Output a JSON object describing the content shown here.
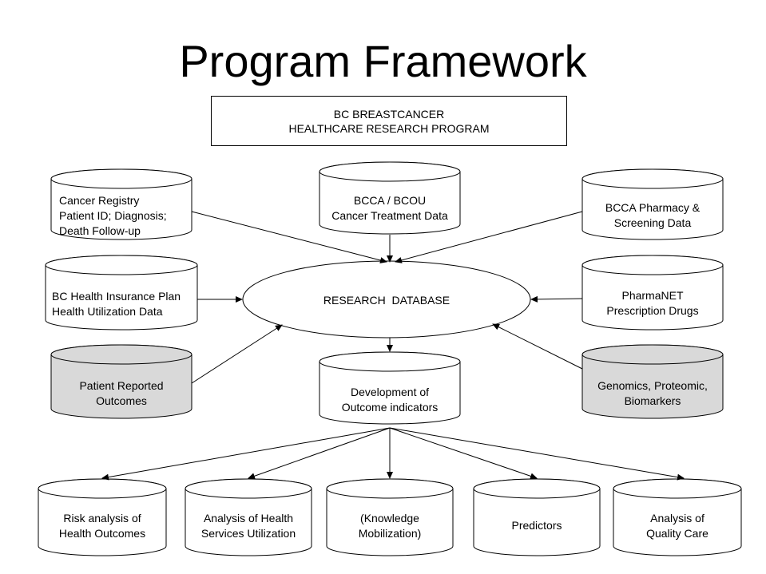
{
  "title": "Program Framework",
  "header": {
    "line1": "BC BREASTCANCER",
    "line2": "HEALTHCARE RESEARCH PROGRAM"
  },
  "colors": {
    "white_fill": "#ffffff",
    "grey_fill": "#d9d9d9",
    "stroke": "#000000"
  },
  "sources": {
    "cancer_registry": [
      "Cancer Registry",
      "Patient ID; Diagnosis;",
      "Death Follow-up"
    ],
    "bcca_bcou": [
      "BCCA / BCOU",
      "Cancer Treatment Data"
    ],
    "bcca_pharmacy": [
      "BCCA Pharmacy &",
      "Screening Data"
    ],
    "bc_health_insurance": [
      "BC Health Insurance Plan",
      "Health Utilization Data"
    ],
    "pharmanet": [
      "PharmaNET",
      "Prescription Drugs"
    ],
    "patient_reported": [
      "Patient Reported",
      "Outcomes"
    ],
    "genomics": [
      "Genomics, Proteomic,",
      "Biomarkers"
    ]
  },
  "research_database": "RESEARCH  DATABASE",
  "development": [
    "Development of",
    "Outcome indicators"
  ],
  "outputs": {
    "risk_analysis": [
      "Risk analysis of",
      "Health Outcomes"
    ],
    "health_services": [
      "Analysis of Health",
      "Services Utilization"
    ],
    "knowledge": [
      "(Knowledge",
      "Mobilization)"
    ],
    "predictors": [
      "Predictors"
    ],
    "quality_care": [
      "Analysis of",
      "Quality Care"
    ]
  }
}
